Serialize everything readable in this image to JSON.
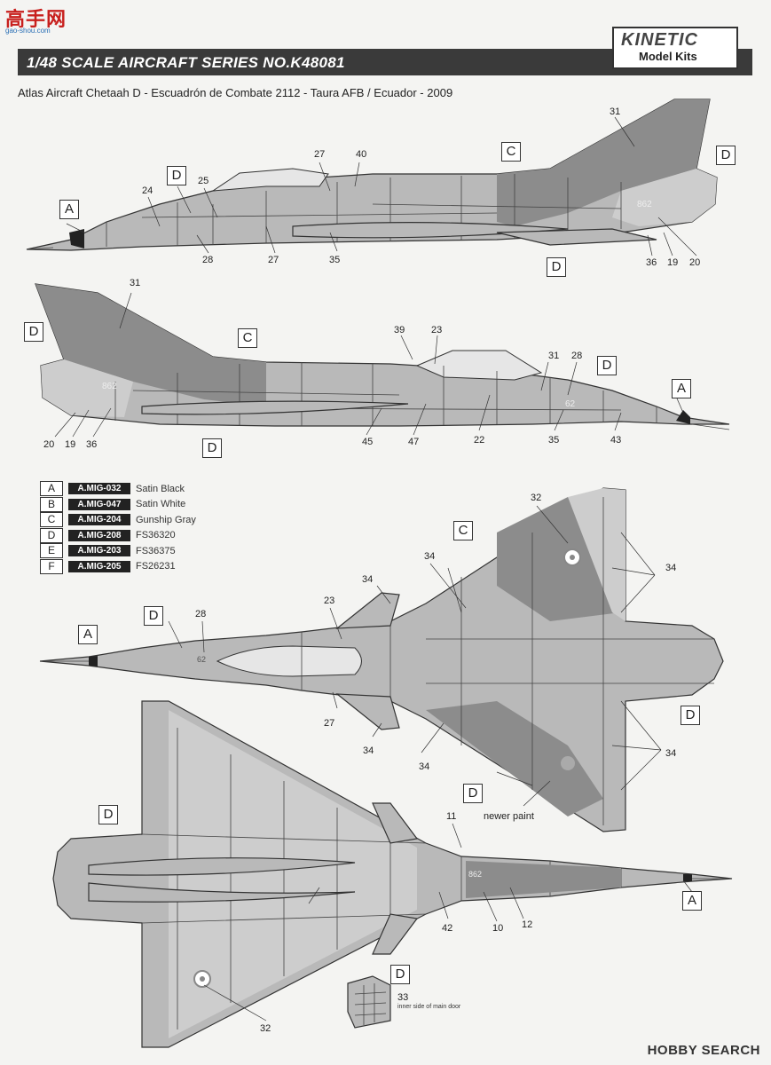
{
  "watermark": {
    "text": "高手网",
    "url": "gao-shou.com"
  },
  "header": {
    "series_title": "1/48 SCALE  AIRCRAFT  SERIES NO.K48081",
    "logo_brand": "KINETIC",
    "logo_sub": "Model Kits"
  },
  "subtitle": "Atlas Aircraft Chetaah D - Escuadrón de Combate 2112 - Taura AFB / Ecuador - 2009",
  "legend": [
    {
      "letter": "A",
      "code": "A.MIG-032",
      "name": "Satin Black"
    },
    {
      "letter": "B",
      "code": "A.MIG-047",
      "name": "Satin White"
    },
    {
      "letter": "C",
      "code": "A.MIG-204",
      "name": "Gunship Gray"
    },
    {
      "letter": "D",
      "code": "A.MIG-208",
      "name": "FS36320"
    },
    {
      "letter": "E",
      "code": "A.MIG-203",
      "name": "FS36375"
    },
    {
      "letter": "F",
      "code": "A.MIG-205",
      "name": "FS26231"
    }
  ],
  "side_left": {
    "callouts": {
      "A": "A",
      "C": "C",
      "D1": "D",
      "D2": "D",
      "D3": "D"
    },
    "numbers": {
      "n31": "31",
      "n27a": "27",
      "n40": "40",
      "n25": "25",
      "n24": "24",
      "n28": "28",
      "n27b": "27",
      "n35": "35",
      "n36": "36",
      "n19": "19",
      "n20": "20"
    },
    "tail_code": "862"
  },
  "side_right": {
    "callouts": {
      "A": "A",
      "C": "C",
      "D1": "D",
      "D2": "D",
      "D3": "D"
    },
    "numbers": {
      "n31a": "31",
      "n39": "39",
      "n23": "23",
      "n31b": "31",
      "n28": "28",
      "n20": "20",
      "n19": "19",
      "n36": "36",
      "n45": "45",
      "n47": "47",
      "n22": "22",
      "n35": "35",
      "n43": "43"
    },
    "tail_code": "862",
    "nose_code": "62"
  },
  "top_view": {
    "callouts": {
      "A": "A",
      "C": "C",
      "D1": "D",
      "D2": "D",
      "D3": "D"
    },
    "numbers": {
      "n32": "32",
      "n34a": "34",
      "n34b": "34",
      "n34c": "34",
      "n34d": "34",
      "n34e": "34",
      "n34f": "34",
      "n23": "23",
      "n28": "28",
      "n27": "27"
    },
    "note": "newer paint",
    "nose_code": "62"
  },
  "bottom_view": {
    "callouts": {
      "A": "A",
      "D1": "D",
      "D2": "D"
    },
    "numbers": {
      "n11": "11",
      "n10": "10",
      "n12": "12",
      "n42": "42",
      "n33": "33",
      "n32": "32"
    },
    "door_note": "inner side of main door",
    "belly_code": "862"
  },
  "footer": {
    "brand": "HOBBY SEARCH"
  },
  "colors": {
    "header_bar": "#3a3a3a",
    "base_gray": "#b6b6b6",
    "dark_gray": "#8f8f8f",
    "light_gray": "#cfcfcf"
  }
}
